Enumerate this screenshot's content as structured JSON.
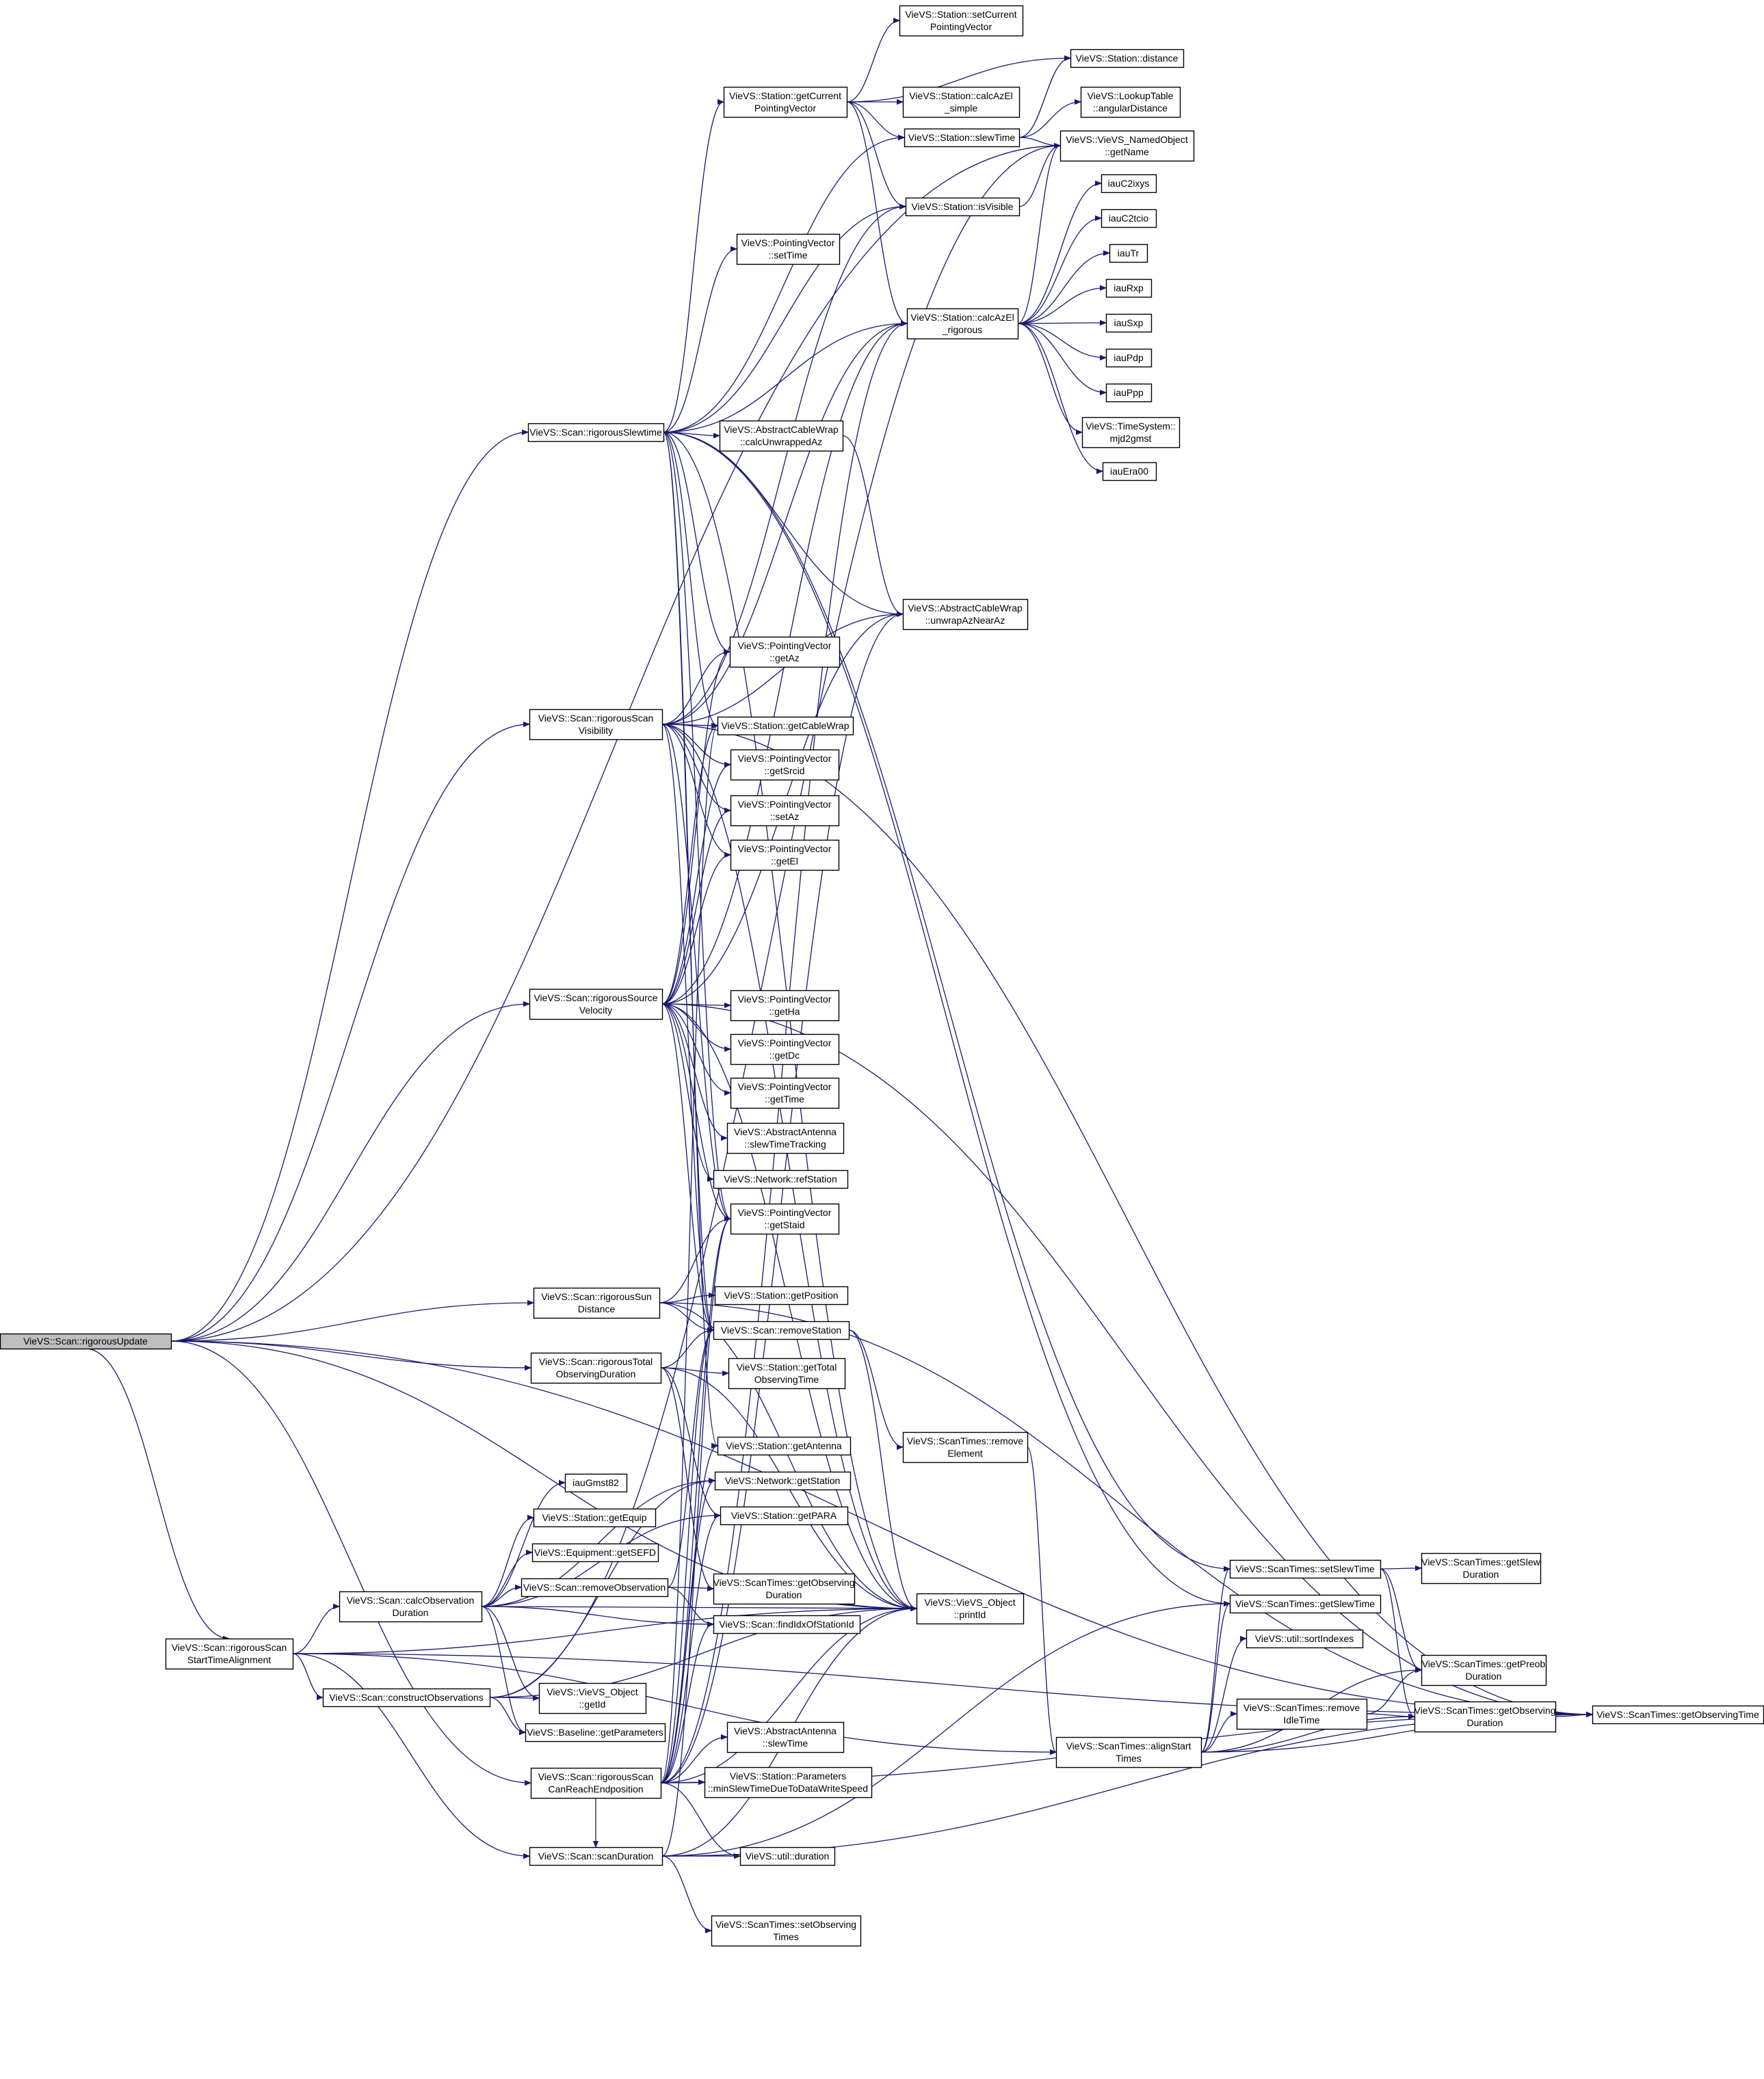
{
  "graph": {
    "nodes": [
      {
        "id": "root",
        "lines": [
          "VieVS::Scan::rigorousUpdate"
        ],
        "root": true
      },
      {
        "id": "setCurPV",
        "lines": [
          "VieVS::Station::setCurrent",
          "PointingVector"
        ]
      },
      {
        "id": "distance",
        "lines": [
          "VieVS::Station::distance"
        ]
      },
      {
        "id": "getCurPV",
        "lines": [
          "VieVS::Station::getCurrent",
          "PointingVector"
        ]
      },
      {
        "id": "calcSimple",
        "lines": [
          "VieVS::Station::calcAzEl",
          "_simple"
        ]
      },
      {
        "id": "angDist",
        "lines": [
          "VieVS::LookupTable",
          "::angularDistance"
        ]
      },
      {
        "id": "slewTime",
        "lines": [
          "VieVS::Station::slewTime"
        ]
      },
      {
        "id": "getName",
        "lines": [
          "VieVS::VieVS_NamedObject",
          "::getName"
        ]
      },
      {
        "id": "isVisible",
        "lines": [
          "VieVS::Station::isVisible"
        ]
      },
      {
        "id": "iauC2ixys",
        "lines": [
          "iauC2ixys"
        ]
      },
      {
        "id": "iauC2tcio",
        "lines": [
          "iauC2tcio"
        ]
      },
      {
        "id": "pvSetTime",
        "lines": [
          "VieVS::PointingVector",
          "::setTime"
        ]
      },
      {
        "id": "iauTr",
        "lines": [
          "iauTr"
        ]
      },
      {
        "id": "calcRig",
        "lines": [
          "VieVS::Station::calcAzEl",
          "_rigorous"
        ]
      },
      {
        "id": "iauRxp",
        "lines": [
          "iauRxp"
        ]
      },
      {
        "id": "iauSxp",
        "lines": [
          "iauSxp"
        ]
      },
      {
        "id": "iauPdp",
        "lines": [
          "iauPdp"
        ]
      },
      {
        "id": "iauPpp",
        "lines": [
          "iauPpp"
        ]
      },
      {
        "id": "mjd2gmst",
        "lines": [
          "VieVS::TimeSystem::",
          "mjd2gmst"
        ]
      },
      {
        "id": "rigSlew",
        "lines": [
          "VieVS::Scan::rigorousSlewtime"
        ]
      },
      {
        "id": "calcUnwrap",
        "lines": [
          "VieVS::AbstractCableWrap",
          "::calcUnwrappedAz"
        ]
      },
      {
        "id": "iauEra00",
        "lines": [
          "iauEra00"
        ]
      },
      {
        "id": "unwrapNear",
        "lines": [
          "VieVS::AbstractCableWrap",
          "::unwrapAzNearAz"
        ]
      },
      {
        "id": "getAz",
        "lines": [
          "VieVS::PointingVector",
          "::getAz"
        ]
      },
      {
        "id": "rigVis",
        "lines": [
          "VieVS::Scan::rigorousScan",
          "Visibility"
        ]
      },
      {
        "id": "getCableWrap",
        "lines": [
          "VieVS::Station::getCableWrap"
        ]
      },
      {
        "id": "getSrcid",
        "lines": [
          "VieVS::PointingVector",
          "::getSrcid"
        ]
      },
      {
        "id": "setAz",
        "lines": [
          "VieVS::PointingVector",
          "::setAz"
        ]
      },
      {
        "id": "getEl",
        "lines": [
          "VieVS::PointingVector",
          "::getEl"
        ]
      },
      {
        "id": "rigSrcVel",
        "lines": [
          "VieVS::Scan::rigorousSource",
          "Velocity"
        ]
      },
      {
        "id": "getHa",
        "lines": [
          "VieVS::PointingVector",
          "::getHa"
        ]
      },
      {
        "id": "getDc",
        "lines": [
          "VieVS::PointingVector",
          "::getDc"
        ]
      },
      {
        "id": "getTime",
        "lines": [
          "VieVS::PointingVector",
          "::getTime"
        ]
      },
      {
        "id": "slewTrack",
        "lines": [
          "VieVS::AbstractAntenna",
          "::slewTimeTracking"
        ]
      },
      {
        "id": "refStation",
        "lines": [
          "VieVS::Network::refStation"
        ]
      },
      {
        "id": "getStaid",
        "lines": [
          "VieVS::PointingVector",
          "::getStaid"
        ]
      },
      {
        "id": "rigSun",
        "lines": [
          "VieVS::Scan::rigorousSun",
          "Distance"
        ]
      },
      {
        "id": "getPosition",
        "lines": [
          "VieVS::Station::getPosition"
        ]
      },
      {
        "id": "removeStation",
        "lines": [
          "VieVS::Scan::removeStation"
        ]
      },
      {
        "id": "rigTotObs",
        "lines": [
          "VieVS::Scan::rigorousTotal",
          "ObservingDuration"
        ]
      },
      {
        "id": "getTotObs",
        "lines": [
          "VieVS::Station::getTotal",
          "ObservingTime"
        ]
      },
      {
        "id": "removeElement",
        "lines": [
          "VieVS::ScanTimes::remove",
          "Element"
        ]
      },
      {
        "id": "getAntenna",
        "lines": [
          "VieVS::Station::getAntenna"
        ]
      },
      {
        "id": "iauGmst82",
        "lines": [
          "iauGmst82"
        ]
      },
      {
        "id": "netGetStation",
        "lines": [
          "VieVS::Network::getStation"
        ]
      },
      {
        "id": "getEquip",
        "lines": [
          "VieVS::Station::getEquip"
        ]
      },
      {
        "id": "getPARA",
        "lines": [
          "VieVS::Station::getPARA"
        ]
      },
      {
        "id": "getSEFD",
        "lines": [
          "VieVS::Equipment::getSEFD"
        ]
      },
      {
        "id": "stSetSlew",
        "lines": [
          "VieVS::ScanTimes::setSlewTime"
        ]
      },
      {
        "id": "stGetSlewDur",
        "lines": [
          "VieVS::ScanTimes::getSlew",
          "Duration"
        ]
      },
      {
        "id": "removeObs",
        "lines": [
          "VieVS::Scan::removeObservation"
        ]
      },
      {
        "id": "stGetObsDur1",
        "lines": [
          "VieVS::ScanTimes::getObserving",
          "Duration"
        ]
      },
      {
        "id": "calcObsDur",
        "lines": [
          "VieVS::Scan::calcObservation",
          "Duration"
        ]
      },
      {
        "id": "printId",
        "lines": [
          "VieVS::VieVS_Object",
          "::printId"
        ]
      },
      {
        "id": "stGetSlewTime",
        "lines": [
          "VieVS::ScanTimes::getSlewTime"
        ]
      },
      {
        "id": "findIdx",
        "lines": [
          "VieVS::Scan::findIdxOfStationId"
        ]
      },
      {
        "id": "sortIndexes",
        "lines": [
          "VieVS::util::sortIndexes"
        ]
      },
      {
        "id": "rigStartAlign",
        "lines": [
          "VieVS::Scan::rigorousScan",
          "StartTimeAlignment"
        ]
      },
      {
        "id": "stGetPreob",
        "lines": [
          "VieVS::ScanTimes::getPreob",
          "Duration"
        ]
      },
      {
        "id": "constructObs",
        "lines": [
          "VieVS::Scan::constructObservations"
        ]
      },
      {
        "id": "getId",
        "lines": [
          "VieVS::VieVS_Object",
          "::getId"
        ]
      },
      {
        "id": "stRemoveIdle",
        "lines": [
          "VieVS::ScanTimes::remove",
          "IdleTime"
        ]
      },
      {
        "id": "stGetObsDur2",
        "lines": [
          "VieVS::ScanTimes::getObserving",
          "Duration"
        ]
      },
      {
        "id": "stGetObsTime",
        "lines": [
          "VieVS::ScanTimes::getObservingTime"
        ]
      },
      {
        "id": "baselineParams",
        "lines": [
          "VieVS::Baseline::getParameters"
        ]
      },
      {
        "id": "antSlew",
        "lines": [
          "VieVS::AbstractAntenna",
          "::slewTime"
        ]
      },
      {
        "id": "alignStart",
        "lines": [
          "VieVS::ScanTimes::alignStart",
          "Times"
        ]
      },
      {
        "id": "rigEndpos",
        "lines": [
          "VieVS::Scan::rigorousScan",
          "CanReachEndposition"
        ]
      },
      {
        "id": "minSlewWrite",
        "lines": [
          "VieVS::Station::Parameters",
          "::minSlewTimeDueToDataWriteSpeed"
        ]
      },
      {
        "id": "scanDuration",
        "lines": [
          "VieVS::Scan::scanDuration"
        ]
      },
      {
        "id": "utilDuration",
        "lines": [
          "VieVS::util::duration"
        ]
      },
      {
        "id": "stSetObsTimes",
        "lines": [
          "VieVS::ScanTimes::setObserving",
          "Times"
        ]
      }
    ],
    "edges": [
      [
        "root",
        "rigSlew"
      ],
      [
        "root",
        "rigVis"
      ],
      [
        "root",
        "rigSrcVel"
      ],
      [
        "root",
        "rigSun"
      ],
      [
        "root",
        "rigTotObs"
      ],
      [
        "root",
        "rigStartAlign"
      ],
      [
        "root",
        "rigEndpos"
      ],
      [
        "root",
        "getName"
      ],
      [
        "root",
        "stGetObsTime"
      ],
      [
        "root",
        "printId"
      ],
      [
        "getCurPV",
        "setCurPV"
      ],
      [
        "getCurPV",
        "distance"
      ],
      [
        "getCurPV",
        "calcSimple"
      ],
      [
        "getCurPV",
        "slewTime"
      ],
      [
        "getCurPV",
        "isVisible"
      ],
      [
        "getCurPV",
        "calcRig"
      ],
      [
        "slewTime",
        "distance"
      ],
      [
        "slewTime",
        "angDist"
      ],
      [
        "slewTime",
        "getName"
      ],
      [
        "isVisible",
        "getName"
      ],
      [
        "calcRig",
        "getName"
      ],
      [
        "calcRig",
        "iauC2ixys"
      ],
      [
        "calcRig",
        "iauC2tcio"
      ],
      [
        "calcRig",
        "iauTr"
      ],
      [
        "calcRig",
        "iauRxp"
      ],
      [
        "calcRig",
        "iauSxp"
      ],
      [
        "calcRig",
        "iauPdp"
      ],
      [
        "calcRig",
        "iauPpp"
      ],
      [
        "calcRig",
        "mjd2gmst"
      ],
      [
        "calcRig",
        "iauEra00"
      ],
      [
        "rigSlew",
        "getCurPV"
      ],
      [
        "rigSlew",
        "slewTime"
      ],
      [
        "rigSlew",
        "isVisible"
      ],
      [
        "rigSlew",
        "pvSetTime"
      ],
      [
        "rigSlew",
        "calcRig"
      ],
      [
        "rigSlew",
        "calcUnwrap"
      ],
      [
        "rigSlew",
        "unwrapNear"
      ],
      [
        "rigSlew",
        "getAz"
      ],
      [
        "rigSlew",
        "getCableWrap"
      ],
      [
        "rigSlew",
        "getStaid"
      ],
      [
        "rigSlew",
        "removeStation"
      ],
      [
        "rigSlew",
        "printId"
      ],
      [
        "rigSlew",
        "stSetSlew"
      ],
      [
        "rigSlew",
        "stGetSlewTime"
      ],
      [
        "rigSlew",
        "getAntenna"
      ],
      [
        "calcUnwrap",
        "unwrapNear"
      ],
      [
        "rigVis",
        "isVisible"
      ],
      [
        "rigVis",
        "calcRig"
      ],
      [
        "rigVis",
        "unwrapNear"
      ],
      [
        "rigVis",
        "getAz"
      ],
      [
        "rigVis",
        "getCableWrap"
      ],
      [
        "rigVis",
        "getSrcid"
      ],
      [
        "rigVis",
        "setAz"
      ],
      [
        "rigVis",
        "getEl"
      ],
      [
        "rigVis",
        "getStaid"
      ],
      [
        "rigVis",
        "removeStation"
      ],
      [
        "rigVis",
        "printId"
      ],
      [
        "rigVis",
        "stGetObsTime"
      ],
      [
        "rigSrcVel",
        "calcRig"
      ],
      [
        "rigSrcVel",
        "unwrapNear"
      ],
      [
        "rigSrcVel",
        "getAz"
      ],
      [
        "rigSrcVel",
        "getCableWrap"
      ],
      [
        "rigSrcVel",
        "getSrcid"
      ],
      [
        "rigSrcVel",
        "setAz"
      ],
      [
        "rigSrcVel",
        "getEl"
      ],
      [
        "rigSrcVel",
        "getHa"
      ],
      [
        "rigSrcVel",
        "getDc"
      ],
      [
        "rigSrcVel",
        "getTime"
      ],
      [
        "rigSrcVel",
        "slewTrack"
      ],
      [
        "rigSrcVel",
        "refStation"
      ],
      [
        "rigSrcVel",
        "getStaid"
      ],
      [
        "rigSrcVel",
        "removeStation"
      ],
      [
        "rigSrcVel",
        "printId"
      ],
      [
        "rigSrcVel",
        "stGetObsTime"
      ],
      [
        "rigSun",
        "getStaid"
      ],
      [
        "rigSun",
        "getPosition"
      ],
      [
        "rigSun",
        "removeStation"
      ],
      [
        "rigSun",
        "printId"
      ],
      [
        "rigSun",
        "stGetObsTime"
      ],
      [
        "rigTotObs",
        "removeStation"
      ],
      [
        "rigTotObs",
        "getTotObs"
      ],
      [
        "rigTotObs",
        "getPARA"
      ],
      [
        "rigTotObs",
        "stGetObsDur1"
      ],
      [
        "rigTotObs",
        "printId"
      ],
      [
        "removeStation",
        "removeElement"
      ],
      [
        "removeStation",
        "printId"
      ],
      [
        "removeElement",
        "alignStart"
      ],
      [
        "stSetSlew",
        "stGetSlewDur"
      ],
      [
        "stSetSlew",
        "stGetPreob"
      ],
      [
        "stSetSlew",
        "stGetObsDur2"
      ],
      [
        "stRemoveIdle",
        "stGetPreob"
      ],
      [
        "stRemoveIdle",
        "stGetObsDur2"
      ],
      [
        "stGetObsDur2",
        "stGetObsTime"
      ],
      [
        "alignStart",
        "stGetSlewTime"
      ],
      [
        "alignStart",
        "sortIndexes"
      ],
      [
        "alignStart",
        "stRemoveIdle"
      ],
      [
        "alignStart",
        "stGetPreob"
      ],
      [
        "alignStart",
        "stGetObsDur2"
      ],
      [
        "alignStart",
        "stGetObsTime"
      ],
      [
        "alignStart",
        "stSetSlew"
      ],
      [
        "calcObsDur",
        "iauGmst82"
      ],
      [
        "calcObsDur",
        "getEquip"
      ],
      [
        "calcObsDur",
        "getSEFD"
      ],
      [
        "calcObsDur",
        "removeObs"
      ],
      [
        "calcObsDur",
        "findIdx"
      ],
      [
        "calcObsDur",
        "printId"
      ],
      [
        "calcObsDur",
        "getId"
      ],
      [
        "calcObsDur",
        "baselineParams"
      ],
      [
        "calcObsDur",
        "netGetStation"
      ],
      [
        "calcObsDur",
        "getPARA"
      ],
      [
        "removeObs",
        "findIdx"
      ],
      [
        "removeObs",
        "printId"
      ],
      [
        "removeObs",
        "removeStation"
      ],
      [
        "rigStartAlign",
        "calcObsDur"
      ],
      [
        "rigStartAlign",
        "constructObs"
      ],
      [
        "rigStartAlign",
        "scanDuration"
      ],
      [
        "rigStartAlign",
        "alignStart"
      ],
      [
        "rigStartAlign",
        "printId"
      ],
      [
        "rigStartAlign",
        "stGetObsTime"
      ],
      [
        "constructObs",
        "getId"
      ],
      [
        "constructObs",
        "baselineParams"
      ],
      [
        "constructObs",
        "getName"
      ],
      [
        "constructObs",
        "printId"
      ],
      [
        "constructObs",
        "netGetStation"
      ],
      [
        "rigEndpos",
        "getStaid"
      ],
      [
        "rigEndpos",
        "removeStation"
      ],
      [
        "rigEndpos",
        "antSlew"
      ],
      [
        "rigEndpos",
        "minSlewWrite"
      ],
      [
        "rigEndpos",
        "utilDuration"
      ],
      [
        "rigEndpos",
        "printId"
      ],
      [
        "rigEndpos",
        "stGetObsTime"
      ],
      [
        "rigEndpos",
        "getAntenna"
      ],
      [
        "rigEndpos",
        "netGetStation"
      ],
      [
        "rigEndpos",
        "getPARA"
      ],
      [
        "rigEndpos",
        "findIdx"
      ],
      [
        "rigEndpos",
        "calcRig"
      ],
      [
        "rigEndpos",
        "unwrapNear"
      ],
      [
        "rigEndpos",
        "getCableWrap"
      ],
      [
        "rigEndpos",
        "scanDuration"
      ],
      [
        "scanDuration",
        "utilDuration"
      ],
      [
        "scanDuration",
        "stSetObsTimes"
      ],
      [
        "scanDuration",
        "printId"
      ],
      [
        "scanDuration",
        "getStaid"
      ],
      [
        "scanDuration",
        "stGetSlewTime"
      ],
      [
        "scanDuration",
        "stGetObsTime"
      ]
    ]
  }
}
